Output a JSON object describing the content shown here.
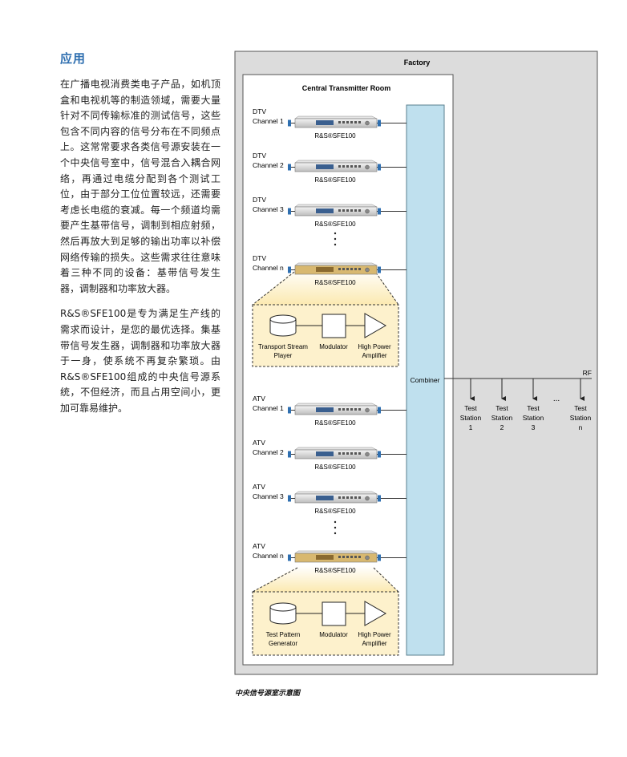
{
  "section_title": "应用",
  "paragraphs": [
    "在广播电视消费类电子产品，如机顶盒和电视机等的制造领域，需要大量针对不同传输标准的测试信号，这些包含不同内容的信号分布在不同频点上。这常常要求各类信号源安装在一个中央信号室中，信号混合入耦合网络，再通过电缆分配到各个测试工位，由于部分工位位置较远，还需要考虑长电缆的衰减。每一个频道均需要产生基带信号，调制到相应射频，然后再放大到足够的输出功率以补偿网络传输的损失。这些需求往往意味着三种不同的设备：基带信号发生器，调制器和功率放大器。",
    "R&S®SFE100是专为满足生产线的需求而设计，是您的最优选择。集基带信号发生器，调制器和功率放大器于一身，使系统不再复杂繁琐。由R&S®SFE100组成的中央信号源系统，不但经济，而且占用空间小，更加可靠易维护。"
  ],
  "diagram": {
    "factory_label": "Factory",
    "room_label": "Central Transmitter Room",
    "combiner_label": "Combiner",
    "rf_label": "RF",
    "device_label": "R&S®SFE100",
    "dtv_channels": [
      {
        "line1": "DTV",
        "line2": "Channel 1"
      },
      {
        "line1": "DTV",
        "line2": "Channel 2"
      },
      {
        "line1": "DTV",
        "line2": "Channel 3"
      },
      {
        "line1": "DTV",
        "line2": "Channel n"
      }
    ],
    "atv_channels": [
      {
        "line1": "ATV",
        "line2": "Channel 1"
      },
      {
        "line1": "ATV",
        "line2": "Channel 2"
      },
      {
        "line1": "ATV",
        "line2": "Channel 3"
      },
      {
        "line1": "ATV",
        "line2": "Channel n"
      }
    ],
    "dtv_chain": {
      "source_line1": "Transport Stream",
      "source_line2": "Player",
      "modulator": "Modulator",
      "amp_line1": "High Power",
      "amp_line2": "Amplifier"
    },
    "atv_chain": {
      "source_line1": "Test Pattern",
      "source_line2": "Generator",
      "modulator": "Modulator",
      "amp_line1": "High Power",
      "amp_line2": "Amplifier"
    },
    "test_stations": [
      {
        "line1": "Test",
        "line2": "Station",
        "line3": "1"
      },
      {
        "line1": "Test",
        "line2": "Station",
        "line3": "2"
      },
      {
        "line1": "Test",
        "line2": "Station",
        "line3": "3"
      },
      {
        "line1": "Test",
        "line2": "Station",
        "line3": "n"
      }
    ],
    "stations_ellipsis": "...",
    "colors": {
      "factory_bg": "#dcdcdc",
      "combiner_fill": "#bfe0ee",
      "highlight_fill": "#fdf1cc",
      "connector_blue": "#2f6fb0",
      "gold_panel": "#d8b870"
    }
  },
  "caption": "中央信号源室示意图"
}
